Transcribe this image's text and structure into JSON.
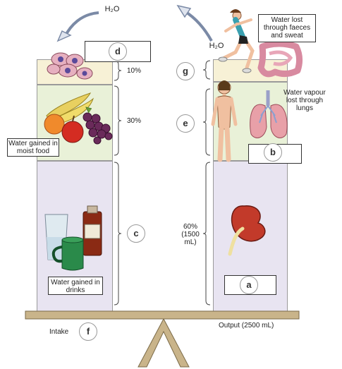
{
  "top": {
    "h2o_left": "H₂O",
    "h2o_right": "H₂O"
  },
  "intake": {
    "label": "Intake",
    "percent_top": "10%",
    "percent_mid": "30%",
    "food_label": "Water gained in moist food",
    "drinks_label": "Water gained in drinks"
  },
  "output": {
    "label": "Output (2500 mL)",
    "percent_bottom": "60% (1500 mL)",
    "faeces_label": "Water lost through faeces and sweat",
    "lungs_label": "Water vapour lost through lungs"
  },
  "markers": {
    "a": "a",
    "b": "b",
    "c": "c",
    "d": "d",
    "e": "e",
    "f": "f",
    "g": "g"
  },
  "colors": {
    "intake_bottom": "#e8e4f1",
    "middle": "#e9f1d8",
    "top": "#f7f1d6",
    "balance": "#c9b48a"
  }
}
